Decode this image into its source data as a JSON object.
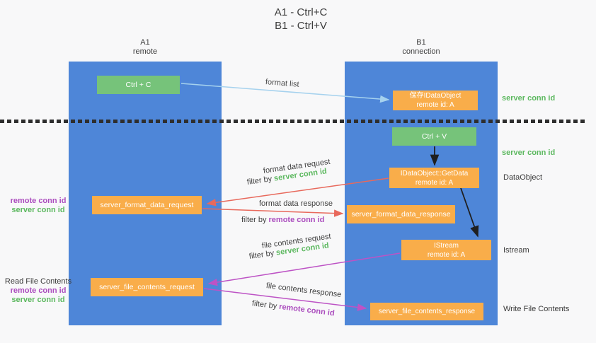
{
  "colors": {
    "column_blue": "#4e86d8",
    "node_green": "#76c37a",
    "node_orange": "#f9ad4a",
    "id_green": "#5cb85f",
    "id_purple": "#ab4dbe",
    "arrow_red": "#e8695c",
    "arrow_purple": "#bd53c5",
    "arrow_light_blue": "#a6d2ee",
    "arrow_black": "#1f1f1f"
  },
  "title": {
    "line1": "A1 - Ctrl+C",
    "line2": "B1 - Ctrl+V"
  },
  "columns": {
    "left": {
      "name": "A1",
      "role": "remote"
    },
    "right": {
      "name": "B1",
      "role": "connection"
    }
  },
  "nodes": {
    "ctrl_c": {
      "label": "Ctrl + C"
    },
    "save_idataobject": {
      "line1": "保存IDataObject",
      "line2": "remote id: A"
    },
    "ctrl_v": {
      "label": "Ctrl + V"
    },
    "getdata": {
      "line1": "IDataObject::GetData",
      "line2": "remote id: A"
    },
    "format_request": {
      "label": "server_format_data_request"
    },
    "format_response": {
      "label": "server_format_data_response"
    },
    "istream": {
      "line1": "IStream",
      "line2": "remote id: A"
    },
    "file_request": {
      "label": "server_file_contents_request"
    },
    "file_response": {
      "label": "server_file_contents_response"
    }
  },
  "right_labels": {
    "server_conn_id_top": "server conn id",
    "server_conn_id_mid": "server conn id",
    "dataobject": "DataObject",
    "istream": "Istream",
    "write_file_contents": "Write File Contents"
  },
  "left_labels": {
    "remote_conn_id_top": "remote conn id",
    "server_conn_id_top": "server conn id",
    "read_file_contents": "Read File Contents",
    "remote_conn_id_bottom": "remote conn id",
    "server_conn_id_bottom": "server conn id"
  },
  "arrow_labels": {
    "format_list": "format list",
    "format_data_request": "format data request",
    "format_data_response": "format data response",
    "file_contents_request": "file contents request",
    "file_contents_response": "file contents response",
    "filter_by": "filter by ",
    "server_conn_id": "server conn id",
    "remote_conn_id": "remote conn id"
  }
}
